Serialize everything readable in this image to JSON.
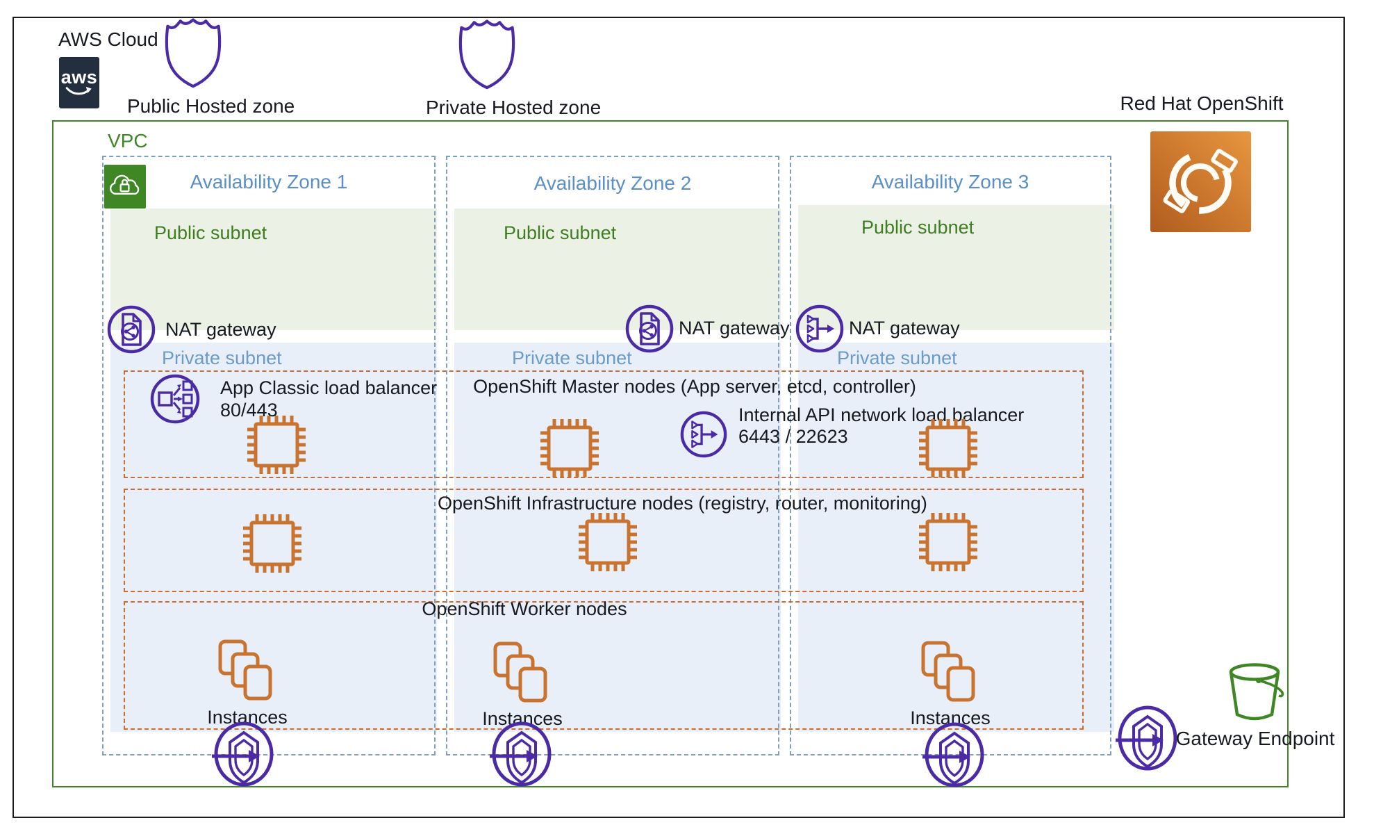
{
  "header": {
    "aws_cloud_label": "AWS Cloud",
    "aws_logo_text": "aws",
    "public_hosted_zone_label": "Public Hosted zone",
    "private_hosted_zone_label": "Private Hosted zone",
    "redhat_openshift_label": "Red Hat OpenShift"
  },
  "vpc": {
    "label": "VPC"
  },
  "availability_zones": [
    {
      "label": "Availability Zone 1",
      "public_subnet_label": "Public subnet",
      "private_subnet_label": "Private subnet",
      "nat_gateway_label": "NAT gateway",
      "instances_label": "Instances"
    },
    {
      "label": "Availability Zone 2",
      "public_subnet_label": "Public subnet",
      "private_subnet_label": "Private subnet",
      "nat_gateway_label": "NAT gateway",
      "instances_label": "Instances"
    },
    {
      "label": "Availability Zone 3",
      "public_subnet_label": "Public subnet",
      "private_subnet_label": "Private subnet",
      "nat_gateway_label": "NAT gateway",
      "instances_label": "Instances"
    }
  ],
  "load_balancers": {
    "app_classic": {
      "line1": "App Classic load balancer",
      "line2": "80/443"
    },
    "internal_api": {
      "line1": "Internal API network load balancer",
      "line2": "6443 / 22623"
    }
  },
  "node_groups": {
    "master_title": "OpenShift Master nodes (App server, etcd, controller)",
    "infra_title": "OpenShift Infrastructure nodes (registry, router, monitoring)",
    "worker_title": "OpenShift Worker nodes"
  },
  "gateway_endpoint_label": "Gateway Endpoint",
  "colors": {
    "purple_icon": "#4b2ba5",
    "orange_icon": "#c87430",
    "orange_dash": "#cd6b2e",
    "green": "#3f8624",
    "az_dash": "#7ca0bd",
    "az_label_blue": "#5b8fc7",
    "public_subnet_bg": "#ecf1e6",
    "private_subnet_bg": "#e8eff8",
    "aws_logo_bg": "#232f3e",
    "openshift_orange_light": "#e6913f",
    "openshift_orange_dark": "#b55f1f"
  }
}
